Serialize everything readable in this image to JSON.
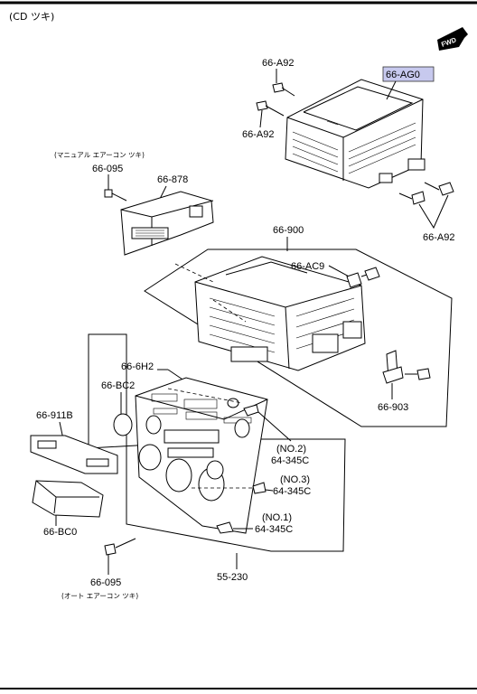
{
  "header": {
    "title": "(CD ツキ)",
    "fwd_label": "FWD"
  },
  "callouts": {
    "a92_top": "66-A92",
    "a92_left": "66-A92",
    "a92_right": "66-A92",
    "ag0": "66-AG0",
    "manual_note": "(マニュアル エアーコン ツキ)",
    "p095_top": "66-095",
    "p878": "66-878",
    "p900": "66-900",
    "pac9": "66-AC9",
    "p903": "66-903",
    "p6h2": "66-6H2",
    "pbc2": "66-BC2",
    "p911b": "66-911B",
    "pbc0": "66-BC0",
    "p095_bottom": "66-095",
    "auto_note": "(オート エアーコン ツキ)",
    "p230": "55-230",
    "no2": "(NO.2)",
    "c345_2": "64-345C",
    "no3": "(NO.3)",
    "c345_3": "64-345C",
    "no1": "(NO.1)",
    "c345_1": "64-345C"
  },
  "highlight_color": "#c7c9ee"
}
